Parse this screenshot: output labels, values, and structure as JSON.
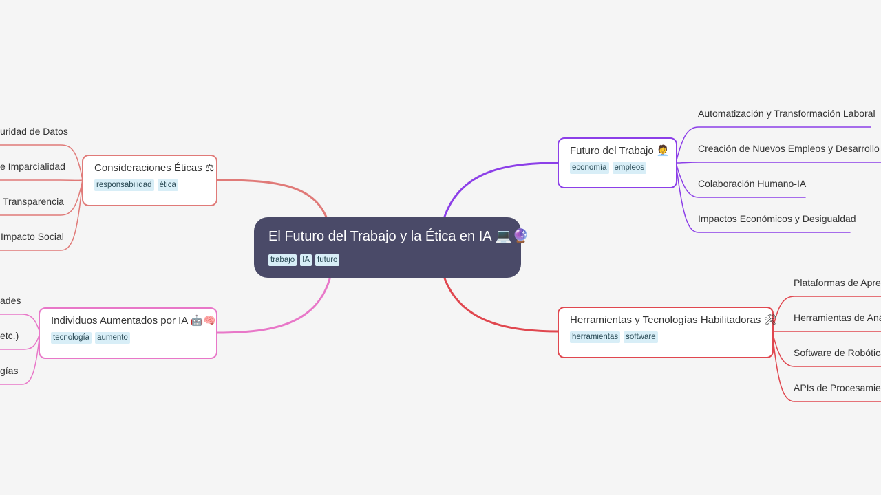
{
  "root": {
    "title": "El Futuro del Trabajo y la Ética en IA 💻🔮",
    "tags": [
      "trabajo",
      "IA",
      "futuro"
    ],
    "color": "#4a4a68"
  },
  "branches": {
    "etica": {
      "title": "Consideraciones Éticas ⚖",
      "tags": [
        "responsabilidad",
        "ética"
      ],
      "color": "#e07a78",
      "children": [
        "uridad de Datos",
        "e Imparcialidad",
        "Transparencia",
        "Impacto Social"
      ]
    },
    "individuos": {
      "title": "Individuos Aumentados por IA 🤖🧠",
      "tags": [
        "tecnología",
        "aumento"
      ],
      "color": "#e877c8",
      "children": [
        "ades",
        "etc.)",
        "gías"
      ]
    },
    "futuro": {
      "title": "Futuro del Trabajo 🧑‍💼",
      "tags": [
        "economía",
        "empleos"
      ],
      "color": "#8c3fe8",
      "children": [
        "Automatización y Transformación Laboral",
        "Creación de Nuevos Empleos y Desarrollo de",
        "Colaboración Humano-IA",
        "Impactos Económicos y Desigualdad"
      ]
    },
    "herramientas": {
      "title": "Herramientas y Tecnologías Habilitadoras 🛠",
      "tags": [
        "herramientas",
        "software"
      ],
      "color": "#e0474f",
      "children": [
        "Plataformas de Apren",
        "Herramientas de Aná",
        "Software de Robótica",
        "APIs de Procesamient"
      ]
    }
  }
}
